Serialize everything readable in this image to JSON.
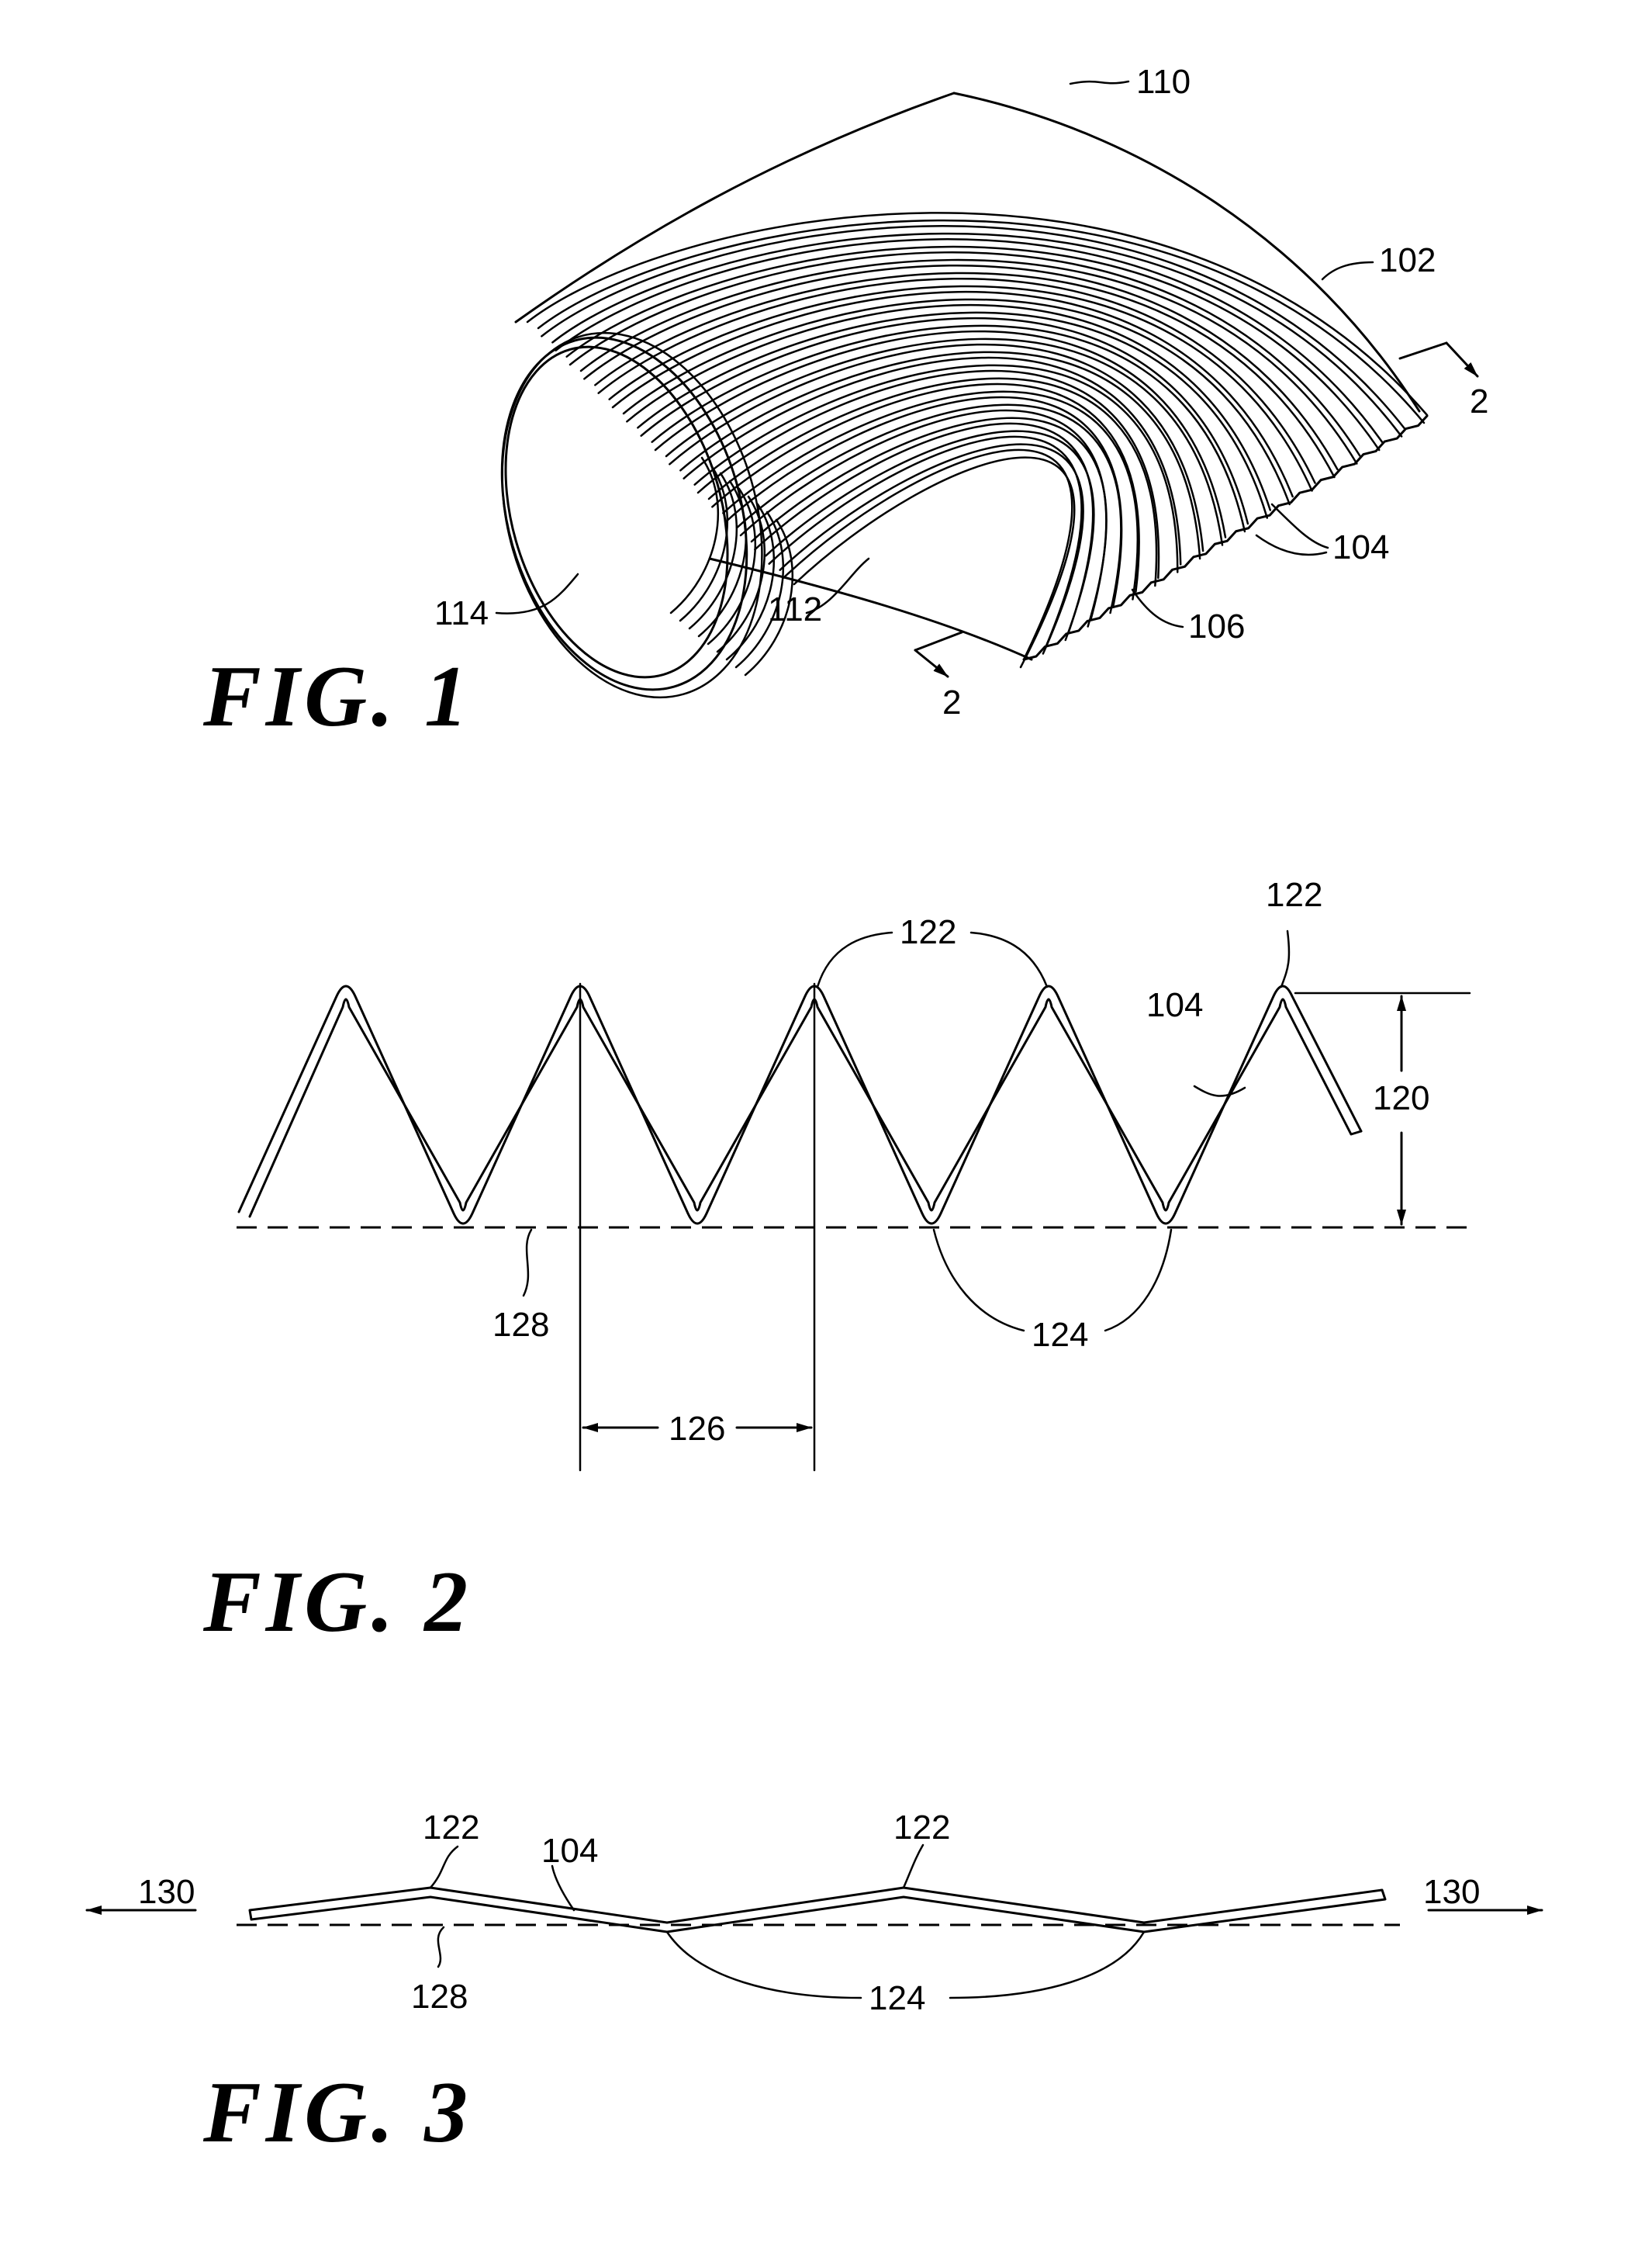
{
  "figures": {
    "fig1": {
      "title": "FIG. 1",
      "labels": {
        "l110": "110",
        "l102": "102",
        "l2a": "2",
        "l104": "104",
        "l106": "106",
        "l112": "112",
        "l114": "114",
        "l2b": "2"
      }
    },
    "fig2": {
      "title": "FIG. 2",
      "labels": {
        "l122a": "122",
        "l122b": "122",
        "l104": "104",
        "l120": "120",
        "l128": "128",
        "l124": "124",
        "l126": "126"
      }
    },
    "fig3": {
      "title": "FIG. 3",
      "labels": {
        "l122a": "122",
        "l122b": "122",
        "l104": "104",
        "l130a": "130",
        "l130b": "130",
        "l128": "128",
        "l124": "124"
      }
    }
  }
}
